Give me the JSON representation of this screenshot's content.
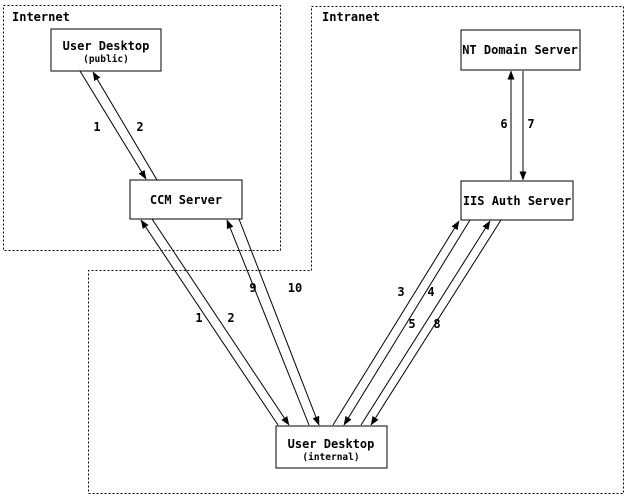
{
  "diagram": {
    "background_color": "#ffffff",
    "line_color": "#000000",
    "regions": [
      {
        "id": "internet",
        "label": "Internet"
      },
      {
        "id": "intranet",
        "label": "Intranet"
      }
    ],
    "nodes": [
      {
        "id": "user-desktop-public",
        "title": "User Desktop",
        "subtitle": "(public)"
      },
      {
        "id": "nt-domain-server",
        "title": "NT Domain Server",
        "subtitle": ""
      },
      {
        "id": "ccm-server",
        "title": "CCM Server",
        "subtitle": ""
      },
      {
        "id": "iis-auth-server",
        "title": "IIS Auth Server",
        "subtitle": ""
      },
      {
        "id": "user-desktop-internal",
        "title": "User Desktop",
        "subtitle": "(internal)"
      }
    ],
    "edges": [
      {
        "from": "user-desktop-public",
        "to": "ccm-server",
        "label": "1"
      },
      {
        "from": "ccm-server",
        "to": "user-desktop-public",
        "label": "2"
      },
      {
        "from": "user-desktop-internal",
        "to": "ccm-server",
        "label": "1"
      },
      {
        "from": "ccm-server",
        "to": "user-desktop-internal",
        "label": "2"
      },
      {
        "from": "user-desktop-internal",
        "to": "ccm-server",
        "label": "9"
      },
      {
        "from": "ccm-server",
        "to": "user-desktop-internal",
        "label": "10"
      },
      {
        "from": "user-desktop-internal",
        "to": "iis-auth-server",
        "label": "3"
      },
      {
        "from": "iis-auth-server",
        "to": "user-desktop-internal",
        "label": "4"
      },
      {
        "from": "user-desktop-internal",
        "to": "iis-auth-server",
        "label": "5"
      },
      {
        "from": "iis-auth-server",
        "to": "user-desktop-internal",
        "label": "8"
      },
      {
        "from": "iis-auth-server",
        "to": "nt-domain-server",
        "label": "6"
      },
      {
        "from": "nt-domain-server",
        "to": "iis-auth-server",
        "label": "7"
      }
    ]
  }
}
